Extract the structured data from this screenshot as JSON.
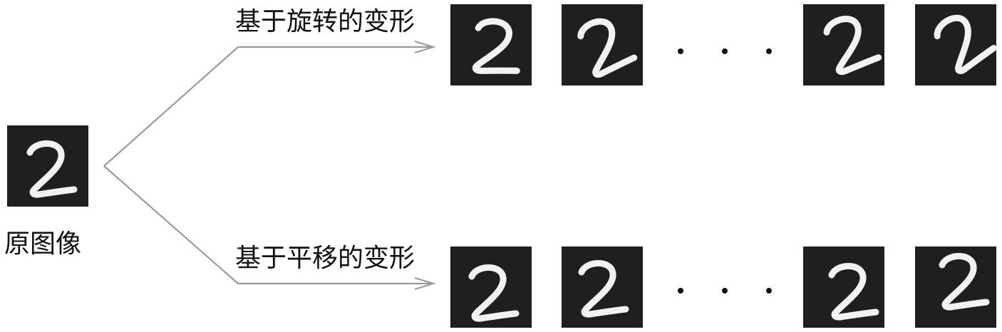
{
  "source": {
    "label": "原图像"
  },
  "branches": [
    {
      "label": "基于旋转的变形",
      "samples": [
        {
          "variant": "rotated-right-small"
        },
        {
          "variant": "rotated-left"
        },
        {
          "variant": "rotated-right-medium"
        },
        {
          "variant": "rotated-right-large"
        }
      ],
      "ellipsis": "· · ·"
    },
    {
      "label": "基于平移的变形",
      "samples": [
        {
          "variant": "shifted-left-down"
        },
        {
          "variant": "shifted-left"
        },
        {
          "variant": "shifted-right"
        },
        {
          "variant": "shifted-up"
        }
      ],
      "ellipsis": "· · ·"
    }
  ],
  "colors": {
    "tile_background": "#1f1f1f",
    "digit_stroke": "#f2f2f2",
    "connector": "#9a9a9a",
    "text": "#111111"
  }
}
